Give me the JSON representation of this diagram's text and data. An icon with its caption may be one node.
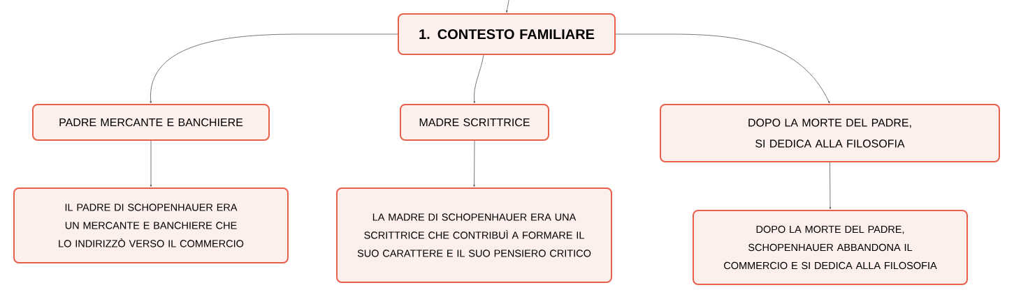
{
  "diagram": {
    "nodes": [
      {
        "text": [
          "1. CONTESTO FAMILIARE"
        ]
      },
      {
        "text": [
          "PADRE MERCANTE E BANCHIERE"
        ]
      },
      {
        "text": [
          "MADRE SCRITTRICE"
        ]
      },
      {
        "text": [
          "DOPO LA MORTE DEL PADRE, SI DEDICA ALLA FILOSOFIA"
        ]
      },
      {
        "text": [
          "IL PADRE DI SCHOPENHAUER ERA UN MERCANTE E BANCHIERE CHE LO INDIRIZZÒ VERSO IL COMMERCIO"
        ]
      },
      {
        "text": [
          "LA MADRE DI SCHOPENHAUER ERA UNA SCRITTRICE CHE CONTRIBUÌ A FORMARE IL SUO CARATTERE E IL SUO PENSIERO CRITICO"
        ]
      },
      {
        "text": [
          "DOPO LA MORTE DEL PADRE, SCHOPENHAUER ABBANDONA IL COMMERCIO E SI DEDICA ALLA FILOSOFIA"
        ]
      }
    ],
    "edges": [
      {
        "from": null,
        "to": 0,
        "arrow": "to"
      },
      {
        "from": 0,
        "to": 1,
        "arrow": "to"
      },
      {
        "from": 0,
        "to": 2,
        "arrow": "to"
      },
      {
        "from": 0,
        "to": 3,
        "arrow": "to"
      },
      {
        "from": 1,
        "to": 4,
        "arrow": "to"
      },
      {
        "from": 2,
        "to": 5,
        "arrow": "to"
      },
      {
        "from": 3,
        "to": 6,
        "arrow": "to"
      }
    ]
  }
}
